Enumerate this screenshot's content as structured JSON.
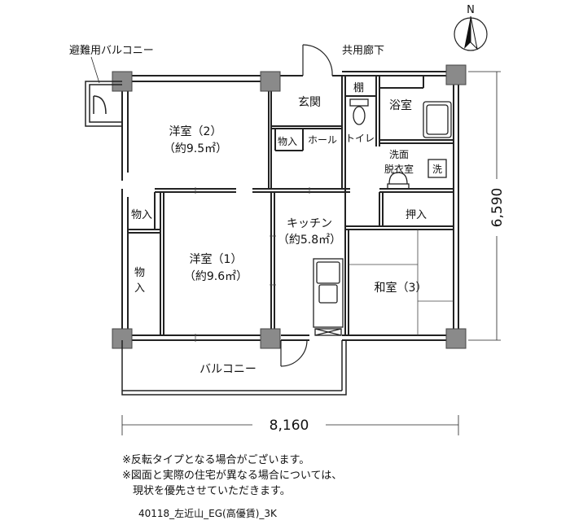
{
  "compass": {
    "label": "N"
  },
  "rooms": {
    "evac_balcony": "避難用バルコニー",
    "corridor": "共用廊下",
    "western2_name": "洋室（2）",
    "western2_area": "（約9.5㎡）",
    "entrance": "玄関",
    "shelf": "棚",
    "bath": "浴室",
    "storage_small": "物入",
    "hall": "ホール",
    "toilet": "トイレ",
    "washroom_line1": "洗面",
    "washroom_line2": "脱衣室",
    "washer": "洗",
    "storage_left_upper": "物入",
    "oshiire": "押入",
    "kitchen_name": "キッチン",
    "kitchen_area": "（約5.8㎡）",
    "western1_name": "洋室（1）",
    "western1_area": "（約9.6㎡）",
    "storage_left_lower_1": "物",
    "storage_left_lower_2": "入",
    "japanese3": "和室（3）",
    "balcony": "バルコニー"
  },
  "dimensions": {
    "width": "8,160",
    "depth": "6,590"
  },
  "notes": {
    "line1": "※反転タイプとなる場合がございます。",
    "line2": "※図面と実際の住宅が異なる場合については、",
    "line3": "　現状を優先させていただきます。"
  },
  "code": "40118_左近山_EG(高優賃)_3K"
}
